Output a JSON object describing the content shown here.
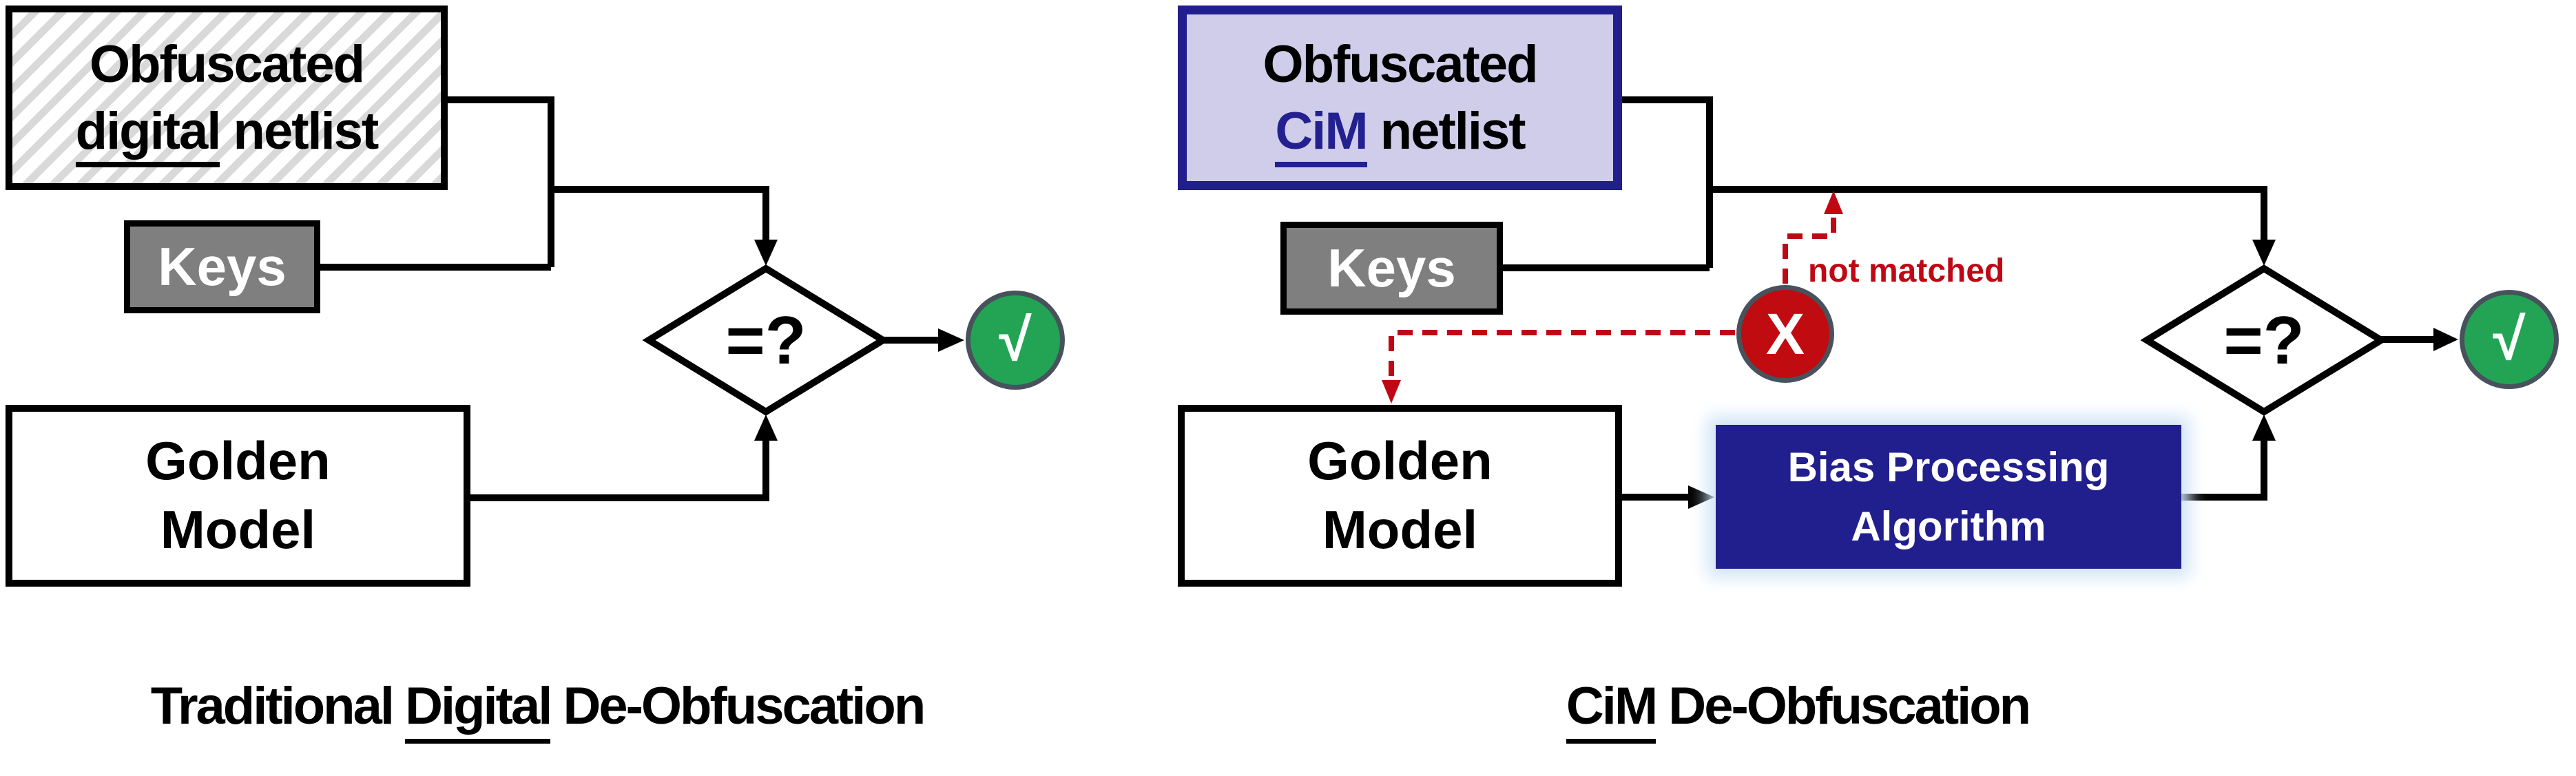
{
  "left": {
    "netlist_box": {
      "line1": "Obfuscated",
      "line2_underlined": "digital",
      "line2_rest": " netlist"
    },
    "keys_label": "Keys",
    "golden_box": {
      "line1": "Golden",
      "line2": "Model"
    },
    "comparator_label": "=?",
    "success_label": "√",
    "caption": {
      "pre": "Traditional ",
      "underlined": "Digital",
      "post": " De-Obfuscation"
    }
  },
  "right": {
    "netlist_box": {
      "line1": "Obfuscated",
      "line2_underlined": "CiM",
      "line2_rest": " netlist"
    },
    "keys_label": "Keys",
    "golden_box": {
      "line1": "Golden",
      "line2": "Model"
    },
    "bias_box": {
      "line1": "Bias Processing",
      "line2": "Algorithm"
    },
    "comparator_label": "=?",
    "success_label": "√",
    "fail_label": "X",
    "not_matched_label": "not matched",
    "caption": {
      "pre": "",
      "underlined": "CiM",
      "post": " De-Obfuscation"
    }
  },
  "colors": {
    "navy": "#211e8d",
    "lavender": "#cfcde9",
    "keys_gray": "#7f7f7f",
    "success_green": "#23a455",
    "fail_red": "#c00b10",
    "dashed_red": "#c00714",
    "circle_border_slate": "#47525c",
    "hatch_gray": "#d9d9d9",
    "line_black": "#000000"
  }
}
